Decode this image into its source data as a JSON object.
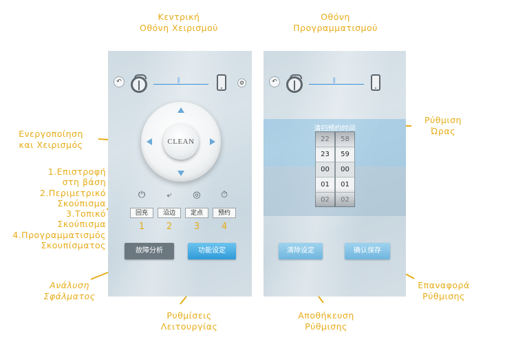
{
  "annotations": {
    "main_screen": [
      "Κεντρική",
      "Οθόνη Χειρισμού"
    ],
    "program_screen": [
      "Οθόνη",
      "Προγραμματισμού"
    ],
    "activate": [
      "Ενεργοποίηση",
      "και Χειρισμός"
    ],
    "modes": [
      "1.Επιστροφή",
      "στη βάση",
      "2.Περιμετρικό",
      "Σκούπισμα",
      "3.Τοπικό",
      "Σκούπισμα",
      "4.Προγραμματισμός",
      "Σκουπίσματος"
    ],
    "fault": [
      "Ανάλυση",
      "Σφάλματος"
    ],
    "functions": [
      "Ρυθμίσεις",
      "Λειτουργίας"
    ],
    "time_setting": [
      "Ρύθμιση",
      "Ώρας"
    ],
    "save_setting": [
      "Αποθήκευση",
      "Ρύθμισης"
    ],
    "reset_setting": [
      "Επαναφορά",
      "Ρύθμισης"
    ]
  },
  "main": {
    "back_icon": "↶",
    "settings_icon": "⚙",
    "bluetooth_icon": "ᛒ",
    "clean_label": "CLEAN",
    "modes": [
      {
        "icon": "plug-icon",
        "glyph": "⏻",
        "label": "回充",
        "number": "1"
      },
      {
        "icon": "perimeter-icon",
        "glyph": "⤶",
        "label": "沿边",
        "number": "2"
      },
      {
        "icon": "spot-icon",
        "glyph": "◎",
        "label": "定点",
        "number": "3"
      },
      {
        "icon": "timer-icon",
        "glyph": "⏱",
        "label": "预约",
        "number": "4"
      }
    ],
    "fault_button": "故障分析",
    "function_button": "功能设定"
  },
  "schedule": {
    "back_icon": "↶",
    "bluetooth_icon": "ᛒ",
    "title": "清扫预约时间",
    "hours": [
      "22",
      "23",
      "00",
      "01",
      "02"
    ],
    "minutes": [
      "58",
      "59",
      "00",
      "01",
      "02"
    ],
    "clear_button": "清除设定",
    "save_button": "确认保存"
  },
  "colors": {
    "annotation": "#e6ac18",
    "accent_blue": "#2f9ad8"
  }
}
